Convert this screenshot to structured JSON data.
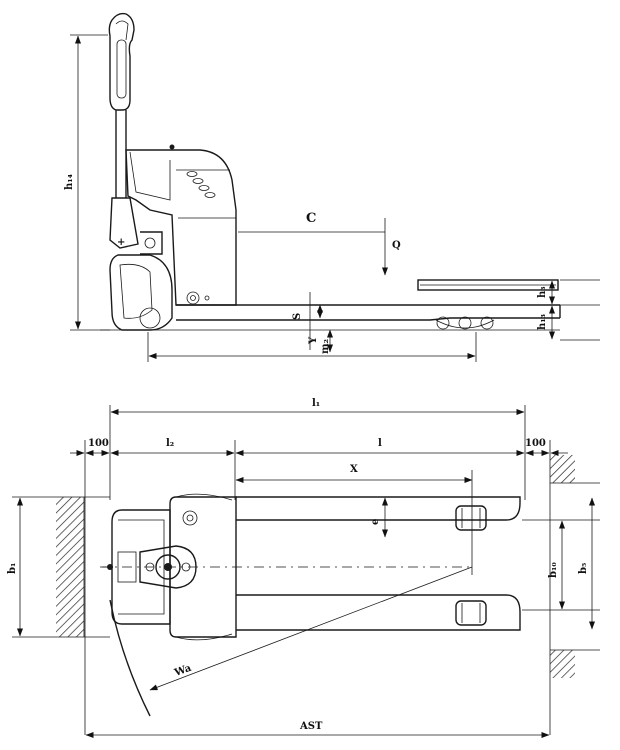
{
  "side_view": {
    "labels": {
      "h14": "h₁₄",
      "c": "C",
      "q": "Q",
      "h3": "h₃",
      "h13": "h₁₃",
      "s": "S",
      "y": "Y",
      "m2": "m₂"
    }
  },
  "top_view": {
    "labels": {
      "l1": "l₁",
      "l2": "l₂",
      "l": "l",
      "clearance_left": "100",
      "clearance_right": "100",
      "x": "X",
      "e": "e",
      "b1": "b₁",
      "b10": "b₁₀",
      "b5": "b₅",
      "wa": "Wa",
      "ast": "AST"
    }
  }
}
